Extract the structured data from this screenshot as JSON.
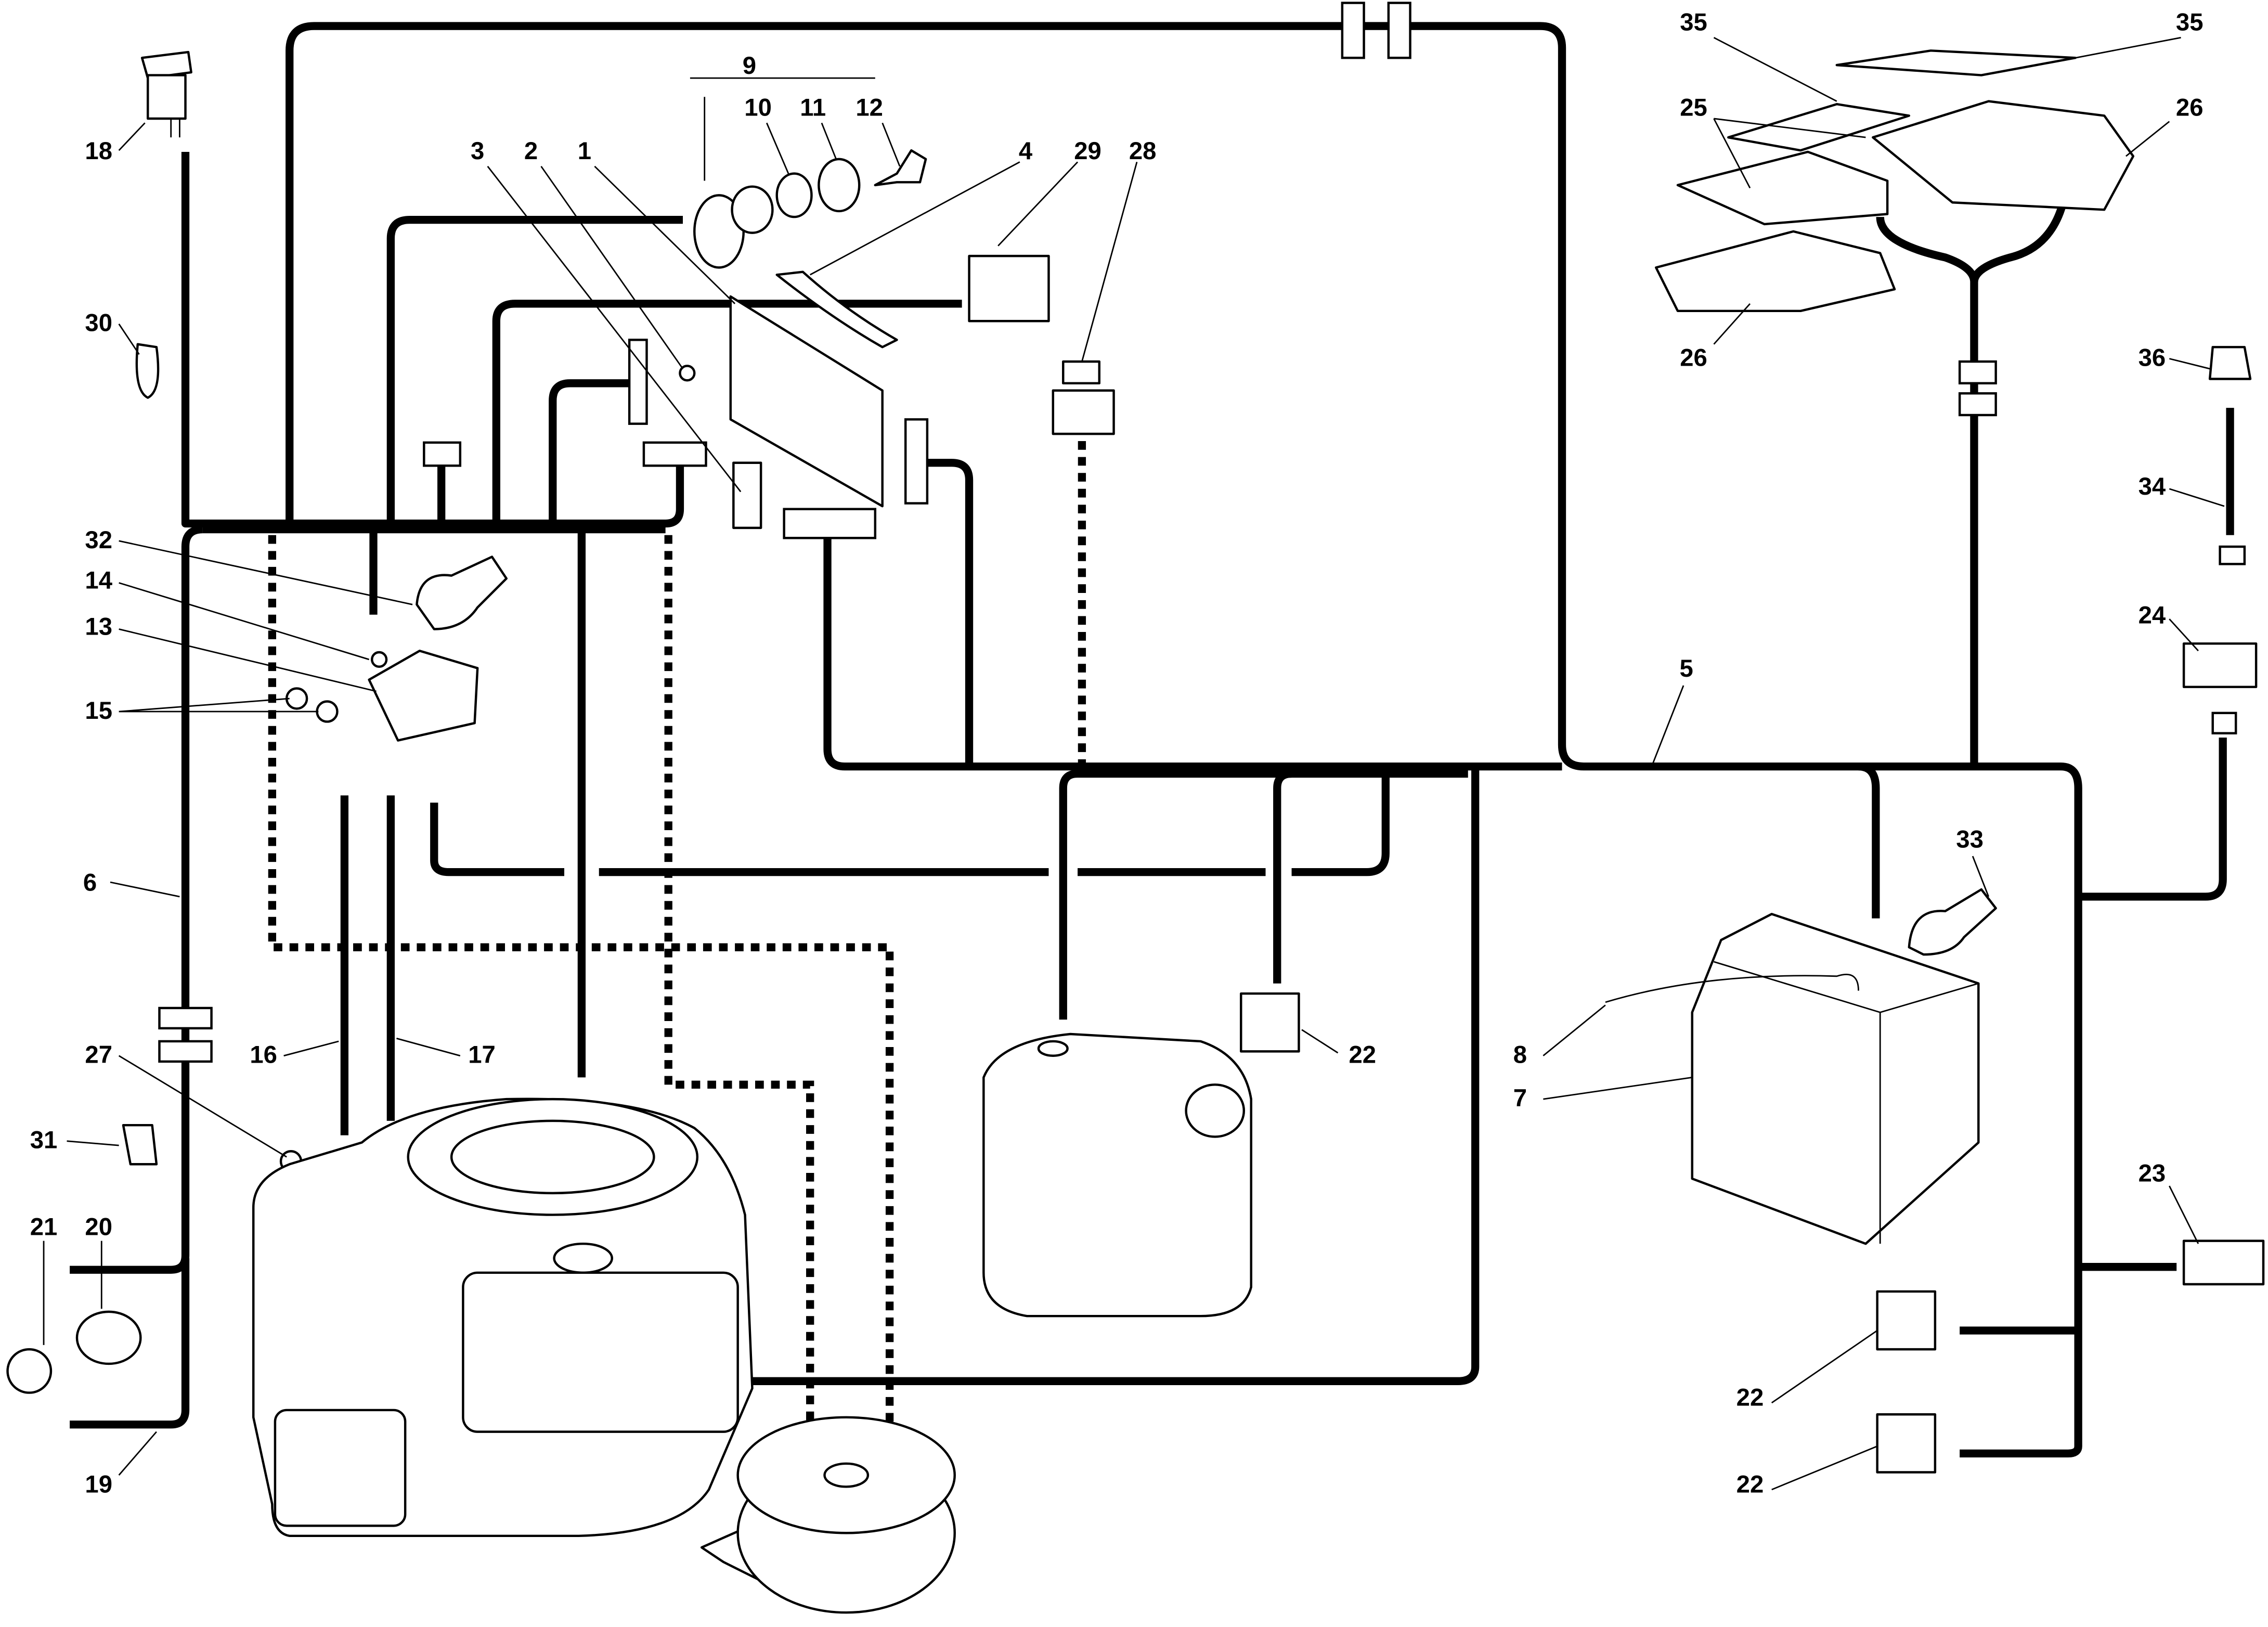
{
  "diagram": {
    "type": "wiring harness exploded parts diagram",
    "line_color": "#000000",
    "background": "#ffffff",
    "callouts": [
      "18",
      "30",
      "32",
      "14",
      "13",
      "15",
      "6",
      "27",
      "16",
      "17",
      "31",
      "21",
      "20",
      "19",
      "9",
      "10",
      "11",
      "12",
      "3",
      "2",
      "1",
      "4",
      "29",
      "28",
      "35",
      "35",
      "25",
      "26",
      "26",
      "36",
      "34",
      "24",
      "5",
      "33",
      "22",
      "8",
      "7",
      "23",
      "22",
      "22"
    ]
  }
}
